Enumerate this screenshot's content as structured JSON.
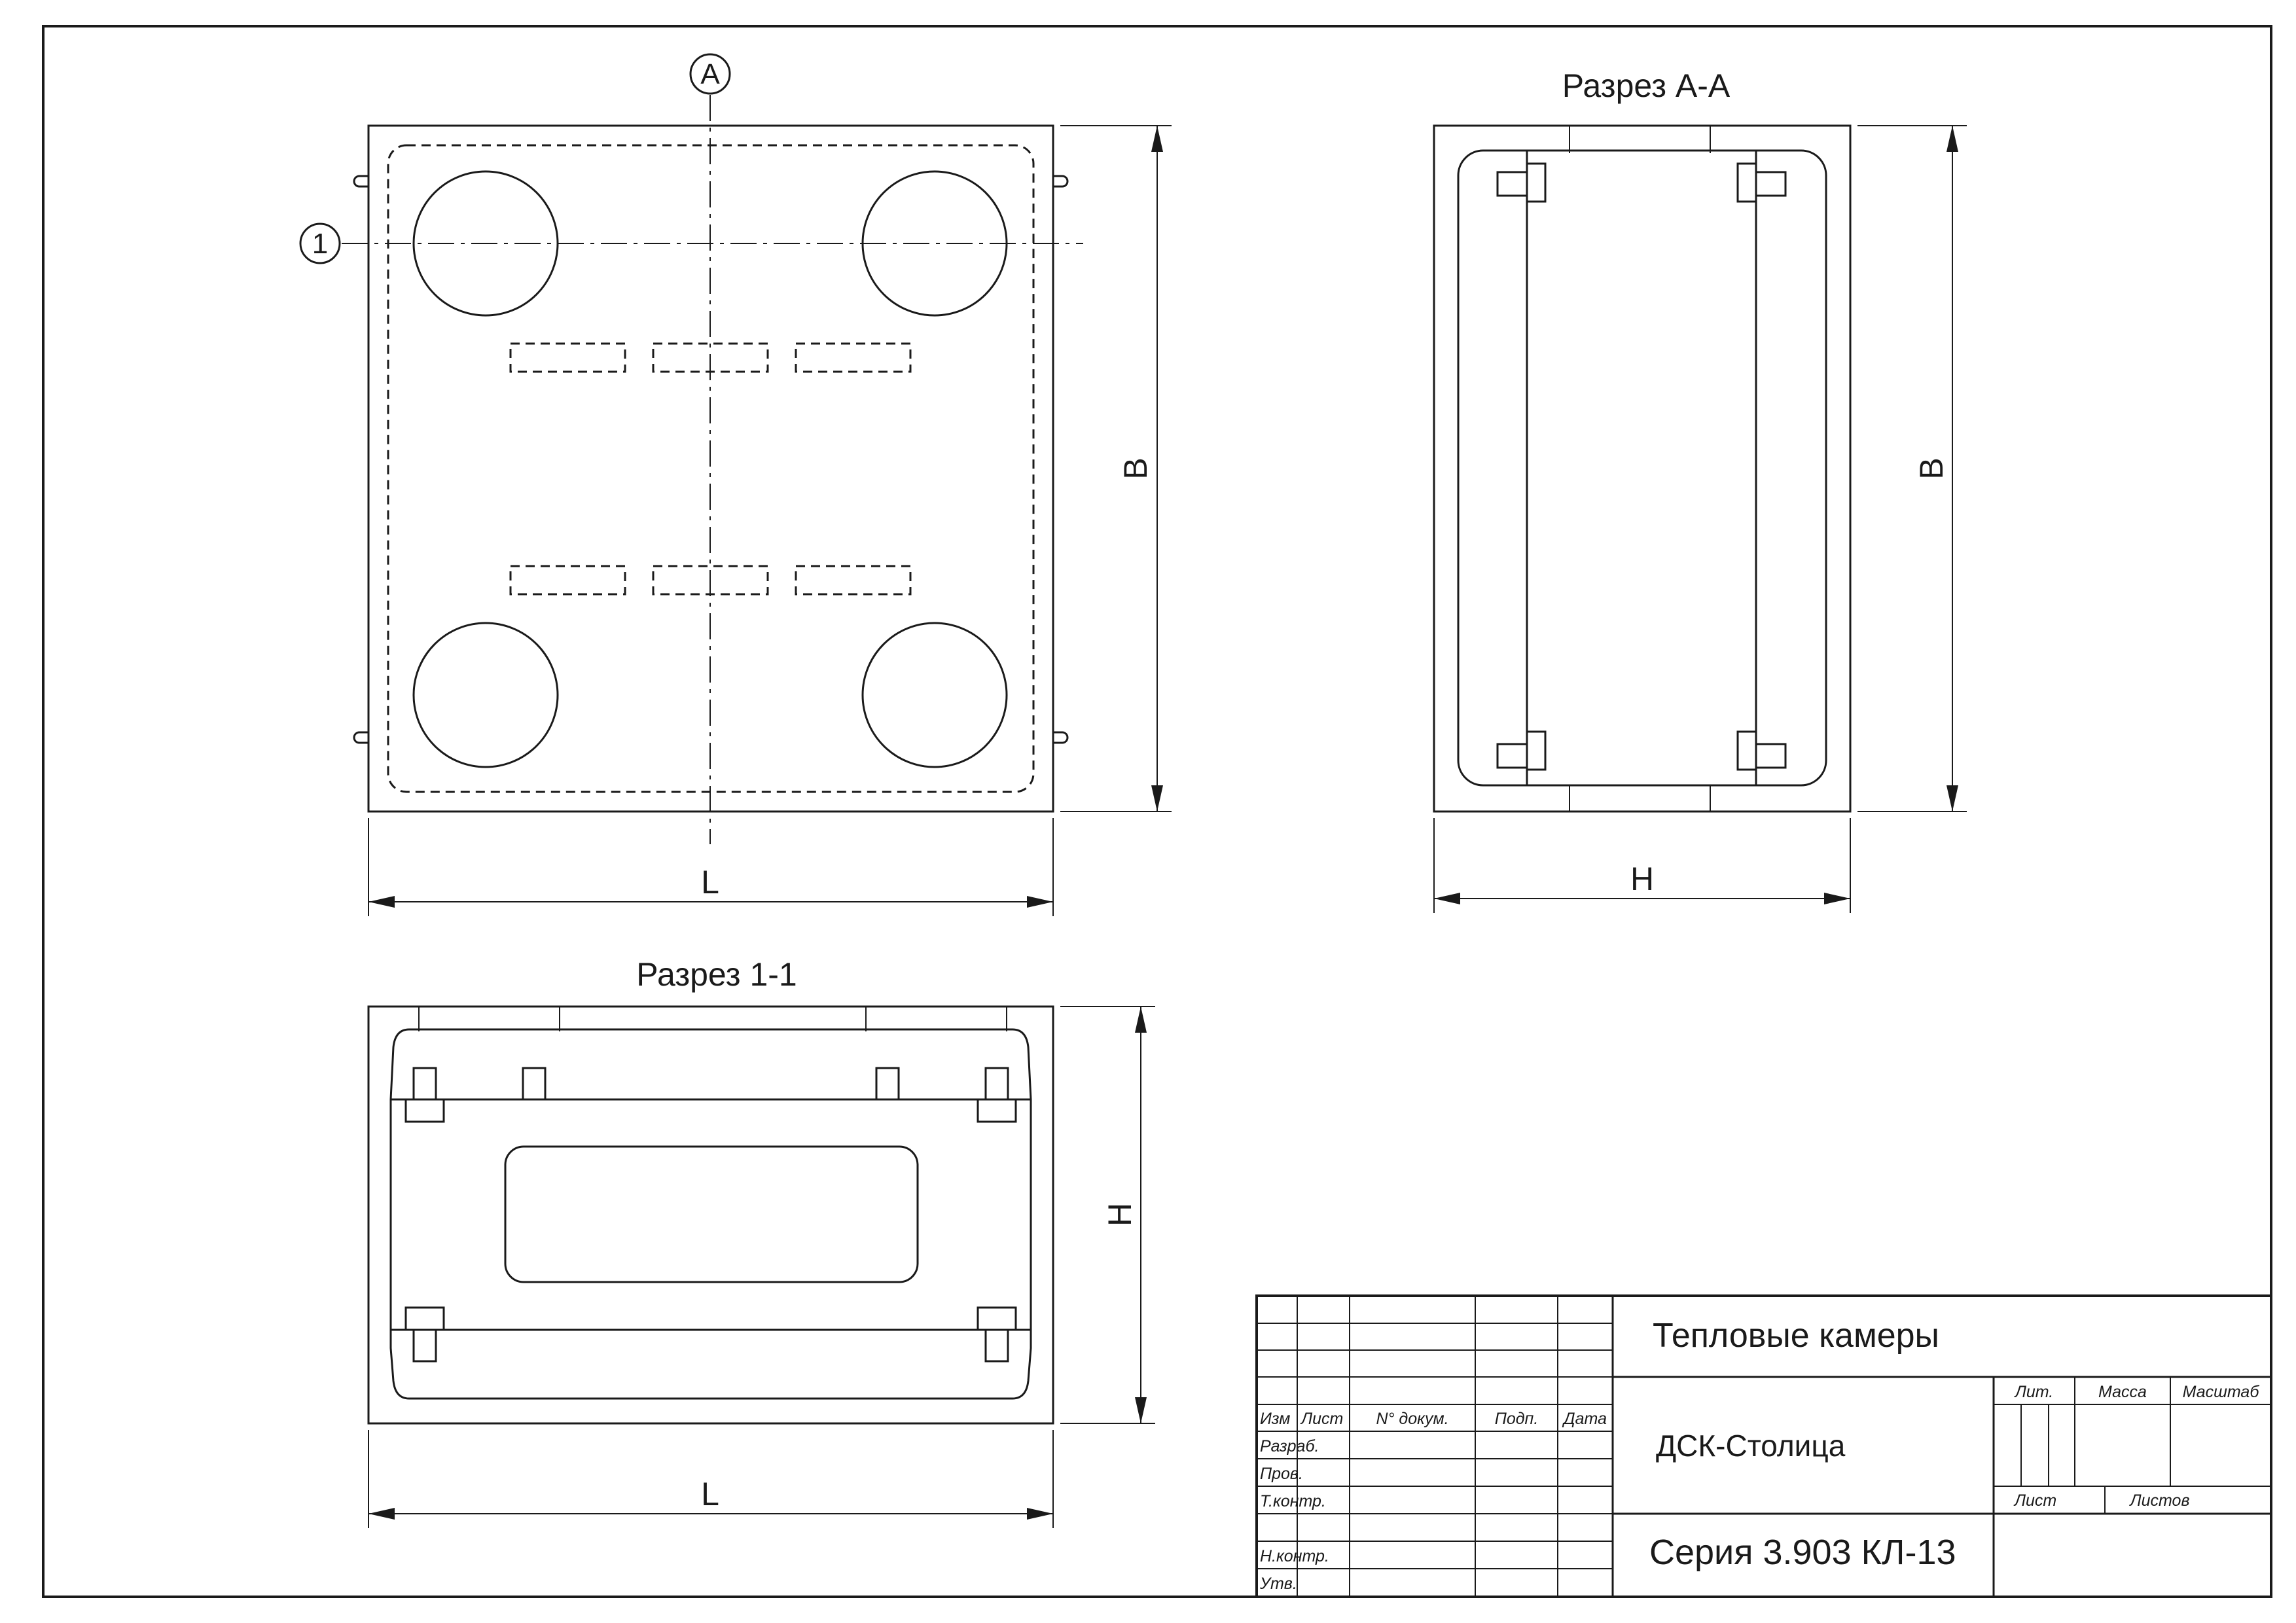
{
  "views": {
    "plan": {
      "axis_a": "A",
      "axis_1": "1",
      "dim_width": "L",
      "dim_height": "B"
    },
    "section_aa": {
      "title": "Разрез А-А",
      "dim_width": "H",
      "dim_height": "B"
    },
    "section_11": {
      "title": "Разрез 1-1",
      "dim_width": "L",
      "dim_height": "H"
    }
  },
  "title_block": {
    "title": "Тепловые камеры",
    "organization": "ДСК-Столица",
    "designation": "Серия 3.903 КЛ-13",
    "header": [
      "Изм",
      "Лист",
      "N° докум.",
      "Подп.",
      "Дата"
    ],
    "roles": [
      "Разраб.",
      "Пров.",
      "Т.контр.",
      "Н.контр.",
      "Утв."
    ],
    "col_lit": "Лит.",
    "col_mass": "Масса",
    "col_scale": "Масштаб",
    "sheet": "Лист",
    "sheets": "Листов"
  }
}
